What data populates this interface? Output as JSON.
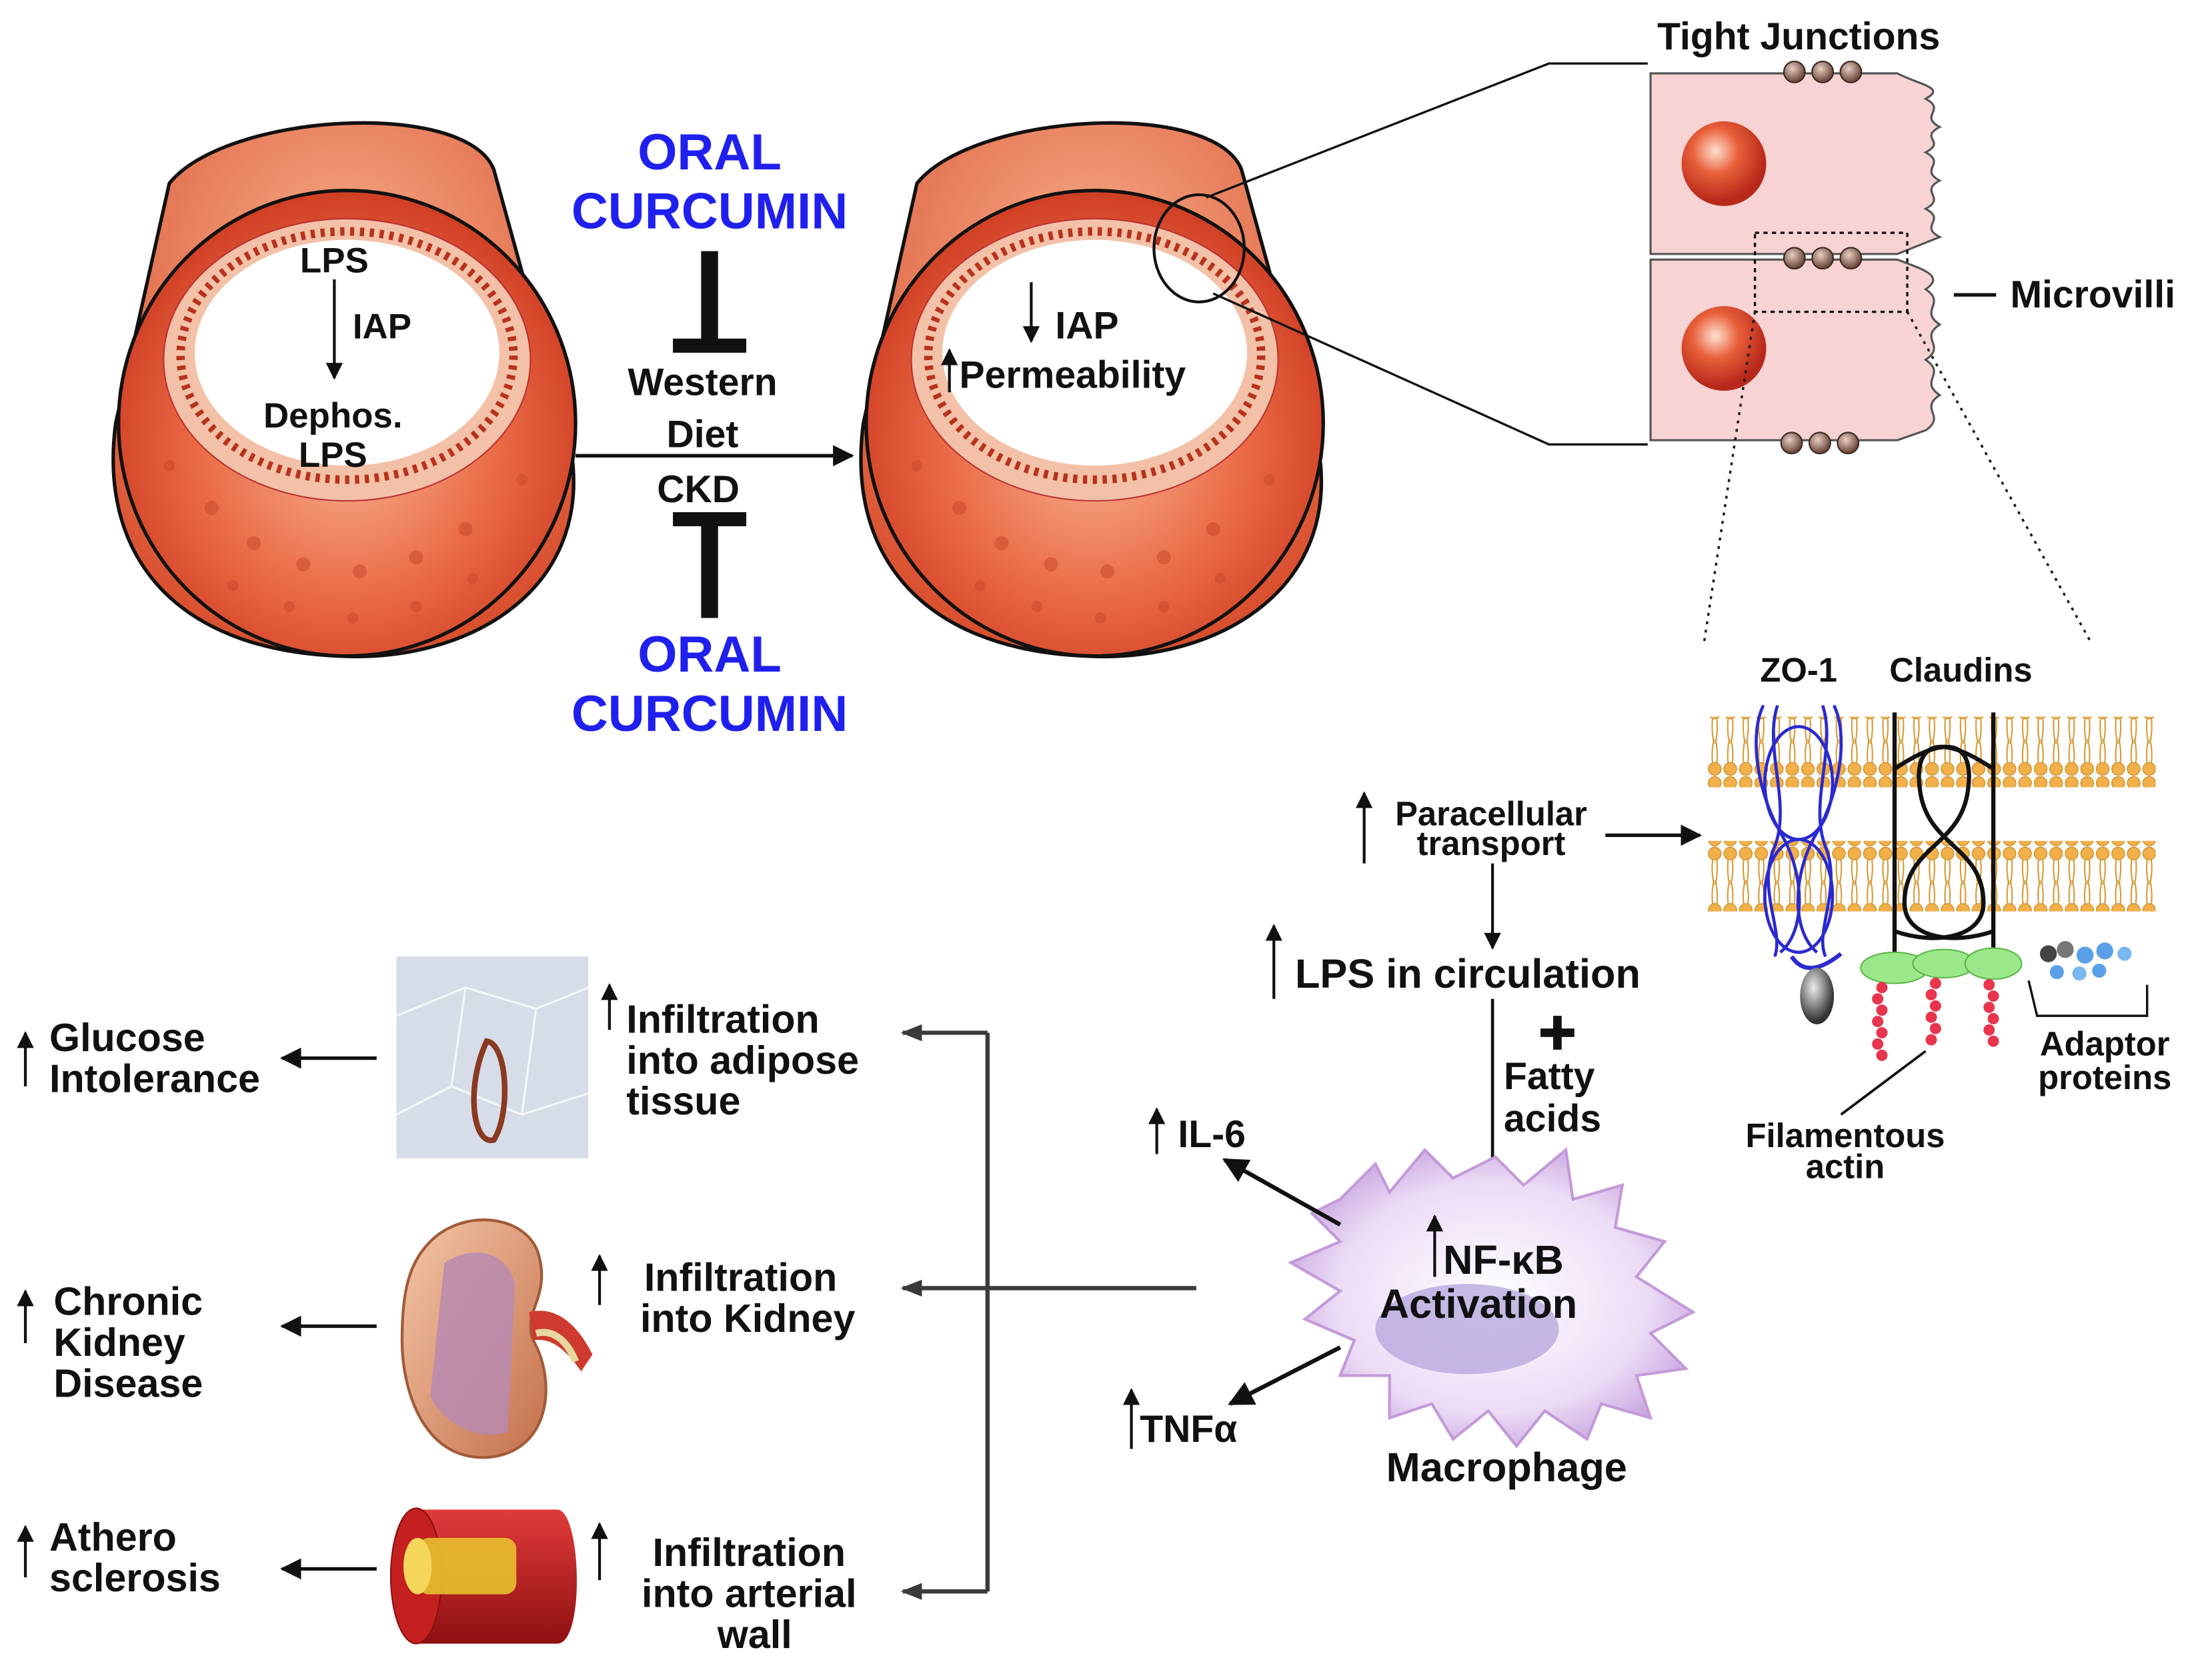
{
  "labels": {
    "lps": "LPS",
    "iap_left": "IAP",
    "dephos": "Dephos.",
    "dephos_lps": "LPS",
    "oral": "ORAL",
    "curcumin": "CURCUMIN",
    "western": "Western",
    "diet": "Diet",
    "ckd": "CKD",
    "iap_right": "IAP",
    "permeability": "Permeability",
    "tight_junctions": "Tight Junctions",
    "microvilli": "Microvilli",
    "zo1": "ZO-1",
    "claudins": "Claudins",
    "adaptor": "Adaptor",
    "proteins": "proteins",
    "filamentous": "Filamentous",
    "actin": "actin",
    "paracellular": "Paracellular",
    "transport": "transport",
    "lps_circ": "LPS in circulation",
    "fatty": "Fatty",
    "acids": "acids",
    "il6": "IL-6",
    "tnf": "TNFα",
    "nfkb": "NF-κB",
    "activation": "Activation",
    "macrophage": "Macrophage",
    "inf_adipose_1": "Infiltration",
    "inf_adipose_2": "into adipose",
    "inf_adipose_3": "tissue",
    "inf_kidney_1": "Infiltration",
    "inf_kidney_2": "into Kidney",
    "inf_arterial_1": "Infiltration",
    "inf_arterial_2": "into arterial",
    "inf_arterial_3": "wall",
    "glucose_1": "Glucose",
    "glucose_2": "Intolerance",
    "ckd_1": "Chronic",
    "ckd_2": "Kidney",
    "ckd_3": "Disease",
    "athero_1": "Athero",
    "athero_2": "sclerosis"
  },
  "colors": {
    "curcumin_text": "#2020ee",
    "intestine_red": "#e0452f",
    "cell_pink": "#f6cccc",
    "nucleus": "#d93a1e",
    "zo1_blue": "#2a2ad0",
    "membrane_orange": "#f2b04a",
    "actin_red": "#e8344c",
    "adaptor_green": "#9be88a",
    "macrophage_purple": "#dcc0ee"
  }
}
